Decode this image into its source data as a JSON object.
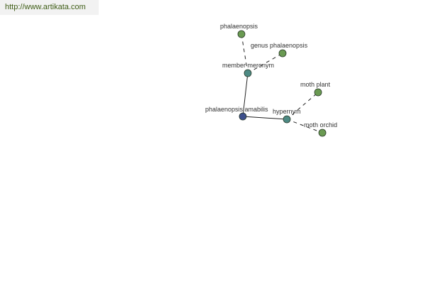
{
  "site_url": "http://www.artikata.com",
  "colors": {
    "leaf": "#6a9a52",
    "relation": "#4d8a84",
    "center": "#3d4f8c",
    "edge": "#222222",
    "text": "#333333"
  },
  "graph": {
    "nodes": [
      {
        "id": "center",
        "label": "phalaenopsis amabilis",
        "kind": "center"
      },
      {
        "id": "member_meronym",
        "label": "member meronym",
        "kind": "relation"
      },
      {
        "id": "phalaenopsis",
        "label": "phalaenopsis",
        "kind": "leaf"
      },
      {
        "id": "genus_phalaenopsis",
        "label": "genus phalaenopsis",
        "kind": "leaf"
      },
      {
        "id": "hypernym",
        "label": "hypernym",
        "kind": "relation"
      },
      {
        "id": "moth_plant",
        "label": "moth plant",
        "kind": "leaf"
      },
      {
        "id": "moth_orchid",
        "label": "moth orchid",
        "kind": "leaf"
      }
    ],
    "edges": [
      {
        "from": "center",
        "to": "member_meronym",
        "style": "solid"
      },
      {
        "from": "center",
        "to": "hypernym",
        "style": "solid"
      },
      {
        "from": "member_meronym",
        "to": "phalaenopsis",
        "style": "dashed"
      },
      {
        "from": "member_meronym",
        "to": "genus_phalaenopsis",
        "style": "dashed"
      },
      {
        "from": "hypernym",
        "to": "moth_plant",
        "style": "dashed"
      },
      {
        "from": "hypernym",
        "to": "moth_orchid",
        "style": "dashed"
      }
    ]
  }
}
